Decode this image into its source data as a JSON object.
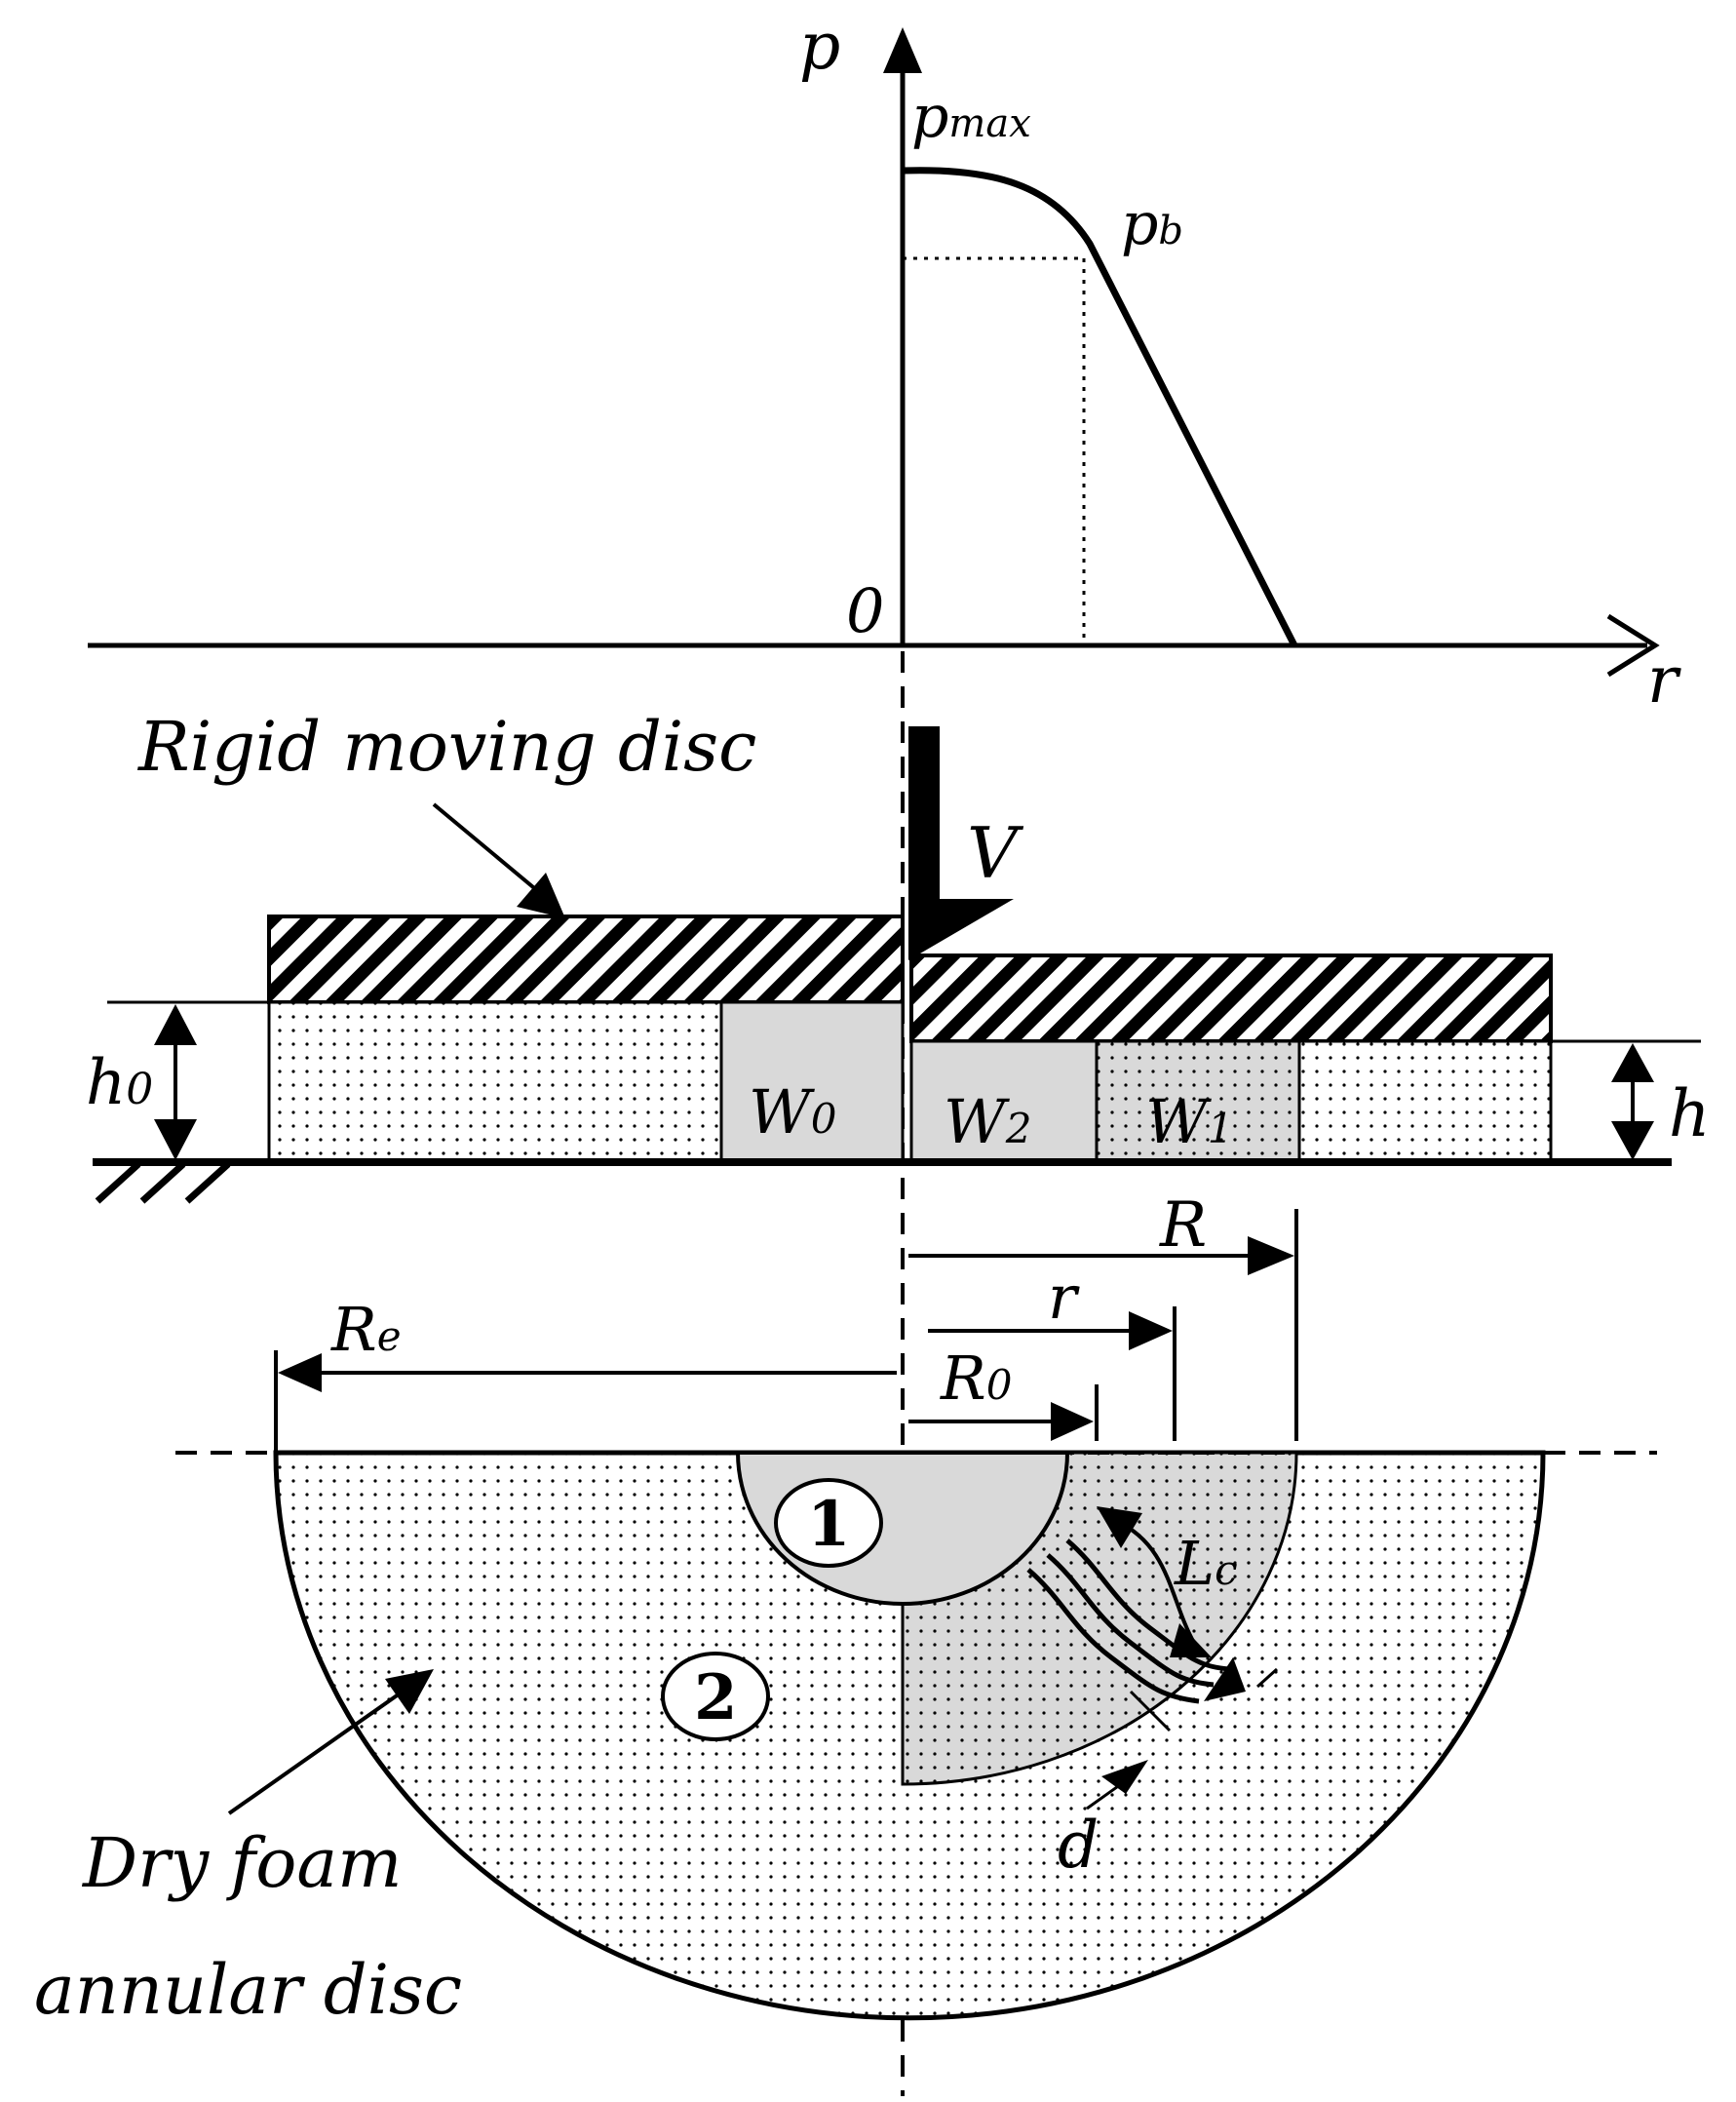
{
  "labels": {
    "axis_p": "p",
    "axis_r": "r",
    "origin": "0",
    "p_max": "pmax",
    "p_b": "pb",
    "velocity": "V",
    "rigid_disc": "Rigid moving disc",
    "h0": "h0",
    "h": "h",
    "w0": "W0",
    "w2": "W2",
    "w1": "W1",
    "R": "R",
    "r": "r",
    "Re": "Re",
    "R0": "R0",
    "Lc": "Lc",
    "d": "d",
    "region_1": "1",
    "region_2": "2",
    "dry_foam_line1": "Dry foam",
    "dry_foam_line2": "annular disc"
  },
  "colors": {
    "stroke": "#000000",
    "fill_gray": "#d9d9d9",
    "background": "#ffffff"
  }
}
